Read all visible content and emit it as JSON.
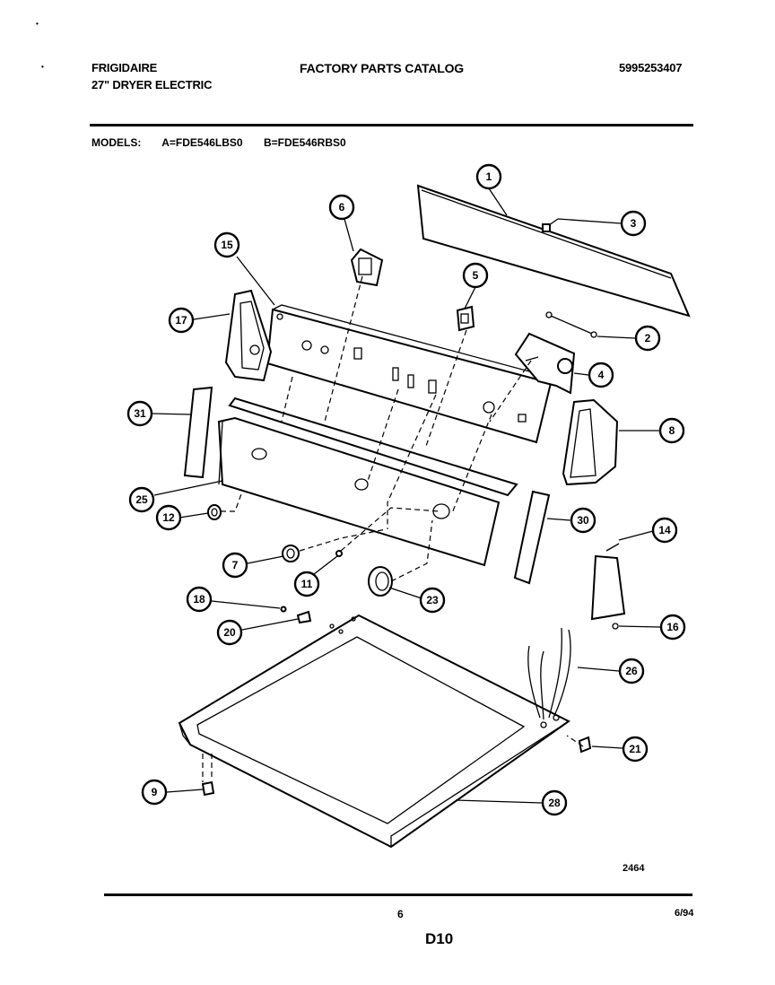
{
  "header": {
    "brand": "FRIGIDAIRE",
    "product": "27\" DRYER ELECTRIC",
    "catalog_title": "FACTORY PARTS CATALOG",
    "part_number": "5995253407"
  },
  "models": {
    "label": "MODELS:",
    "model_a": "A=FDE546LBS0",
    "model_b": "B=FDE546RBS0"
  },
  "callouts": [
    "1",
    "2",
    "3",
    "4",
    "5",
    "6",
    "7",
    "8",
    "9",
    "11",
    "12",
    "14",
    "15",
    "16",
    "17",
    "18",
    "20",
    "21",
    "23",
    "25",
    "26",
    "28",
    "30",
    "31"
  ],
  "footer": {
    "figure_id": "2464",
    "page_number": "6",
    "date": "6/94",
    "section_code": "D10"
  }
}
